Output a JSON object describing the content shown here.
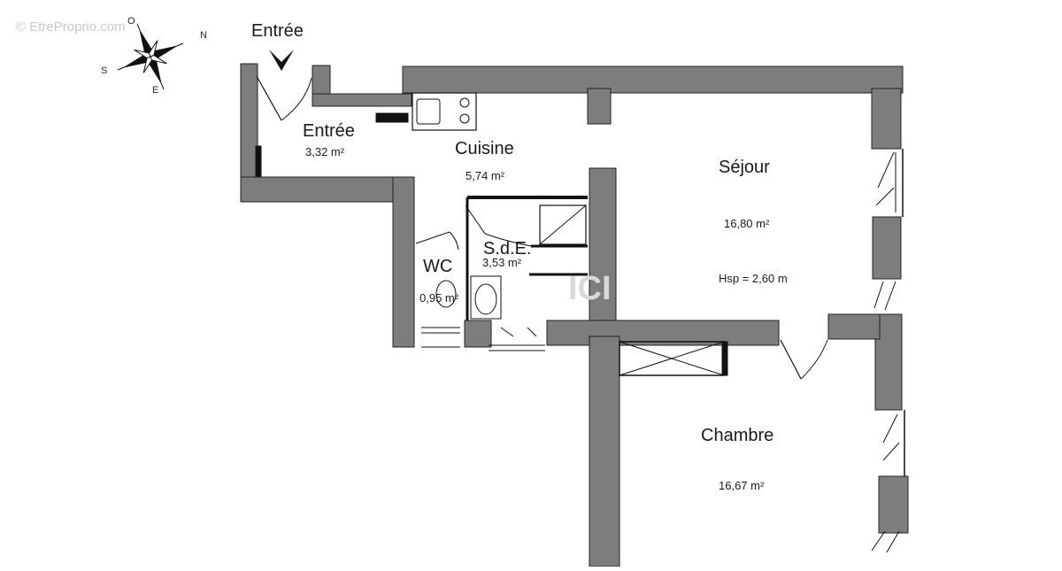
{
  "watermark": "© EtreProprio.com",
  "compass": {
    "n": "N",
    "s": "S",
    "e": "E",
    "o": "O"
  },
  "entrance_label": "Entrée",
  "stamp_text": "ICI",
  "rooms": [
    {
      "id": "entree",
      "name": "Entrée",
      "area": "3,32 m²"
    },
    {
      "id": "cuisine",
      "name": "Cuisine",
      "area": "5,74 m²"
    },
    {
      "id": "wc",
      "name": "WC",
      "area": "0,95 m²"
    },
    {
      "id": "sde",
      "name": "S.d.E.",
      "area": "3,53 m²"
    },
    {
      "id": "sejour",
      "name": "Séjour",
      "area": "16,80 m²",
      "note": "Hsp = 2,60 m"
    },
    {
      "id": "chambre",
      "name": "Chambre",
      "area": "16,67 m²"
    }
  ],
  "colors": {
    "wall": "#7d7d7d",
    "line": "#111111",
    "text": "#1a1a1a"
  }
}
